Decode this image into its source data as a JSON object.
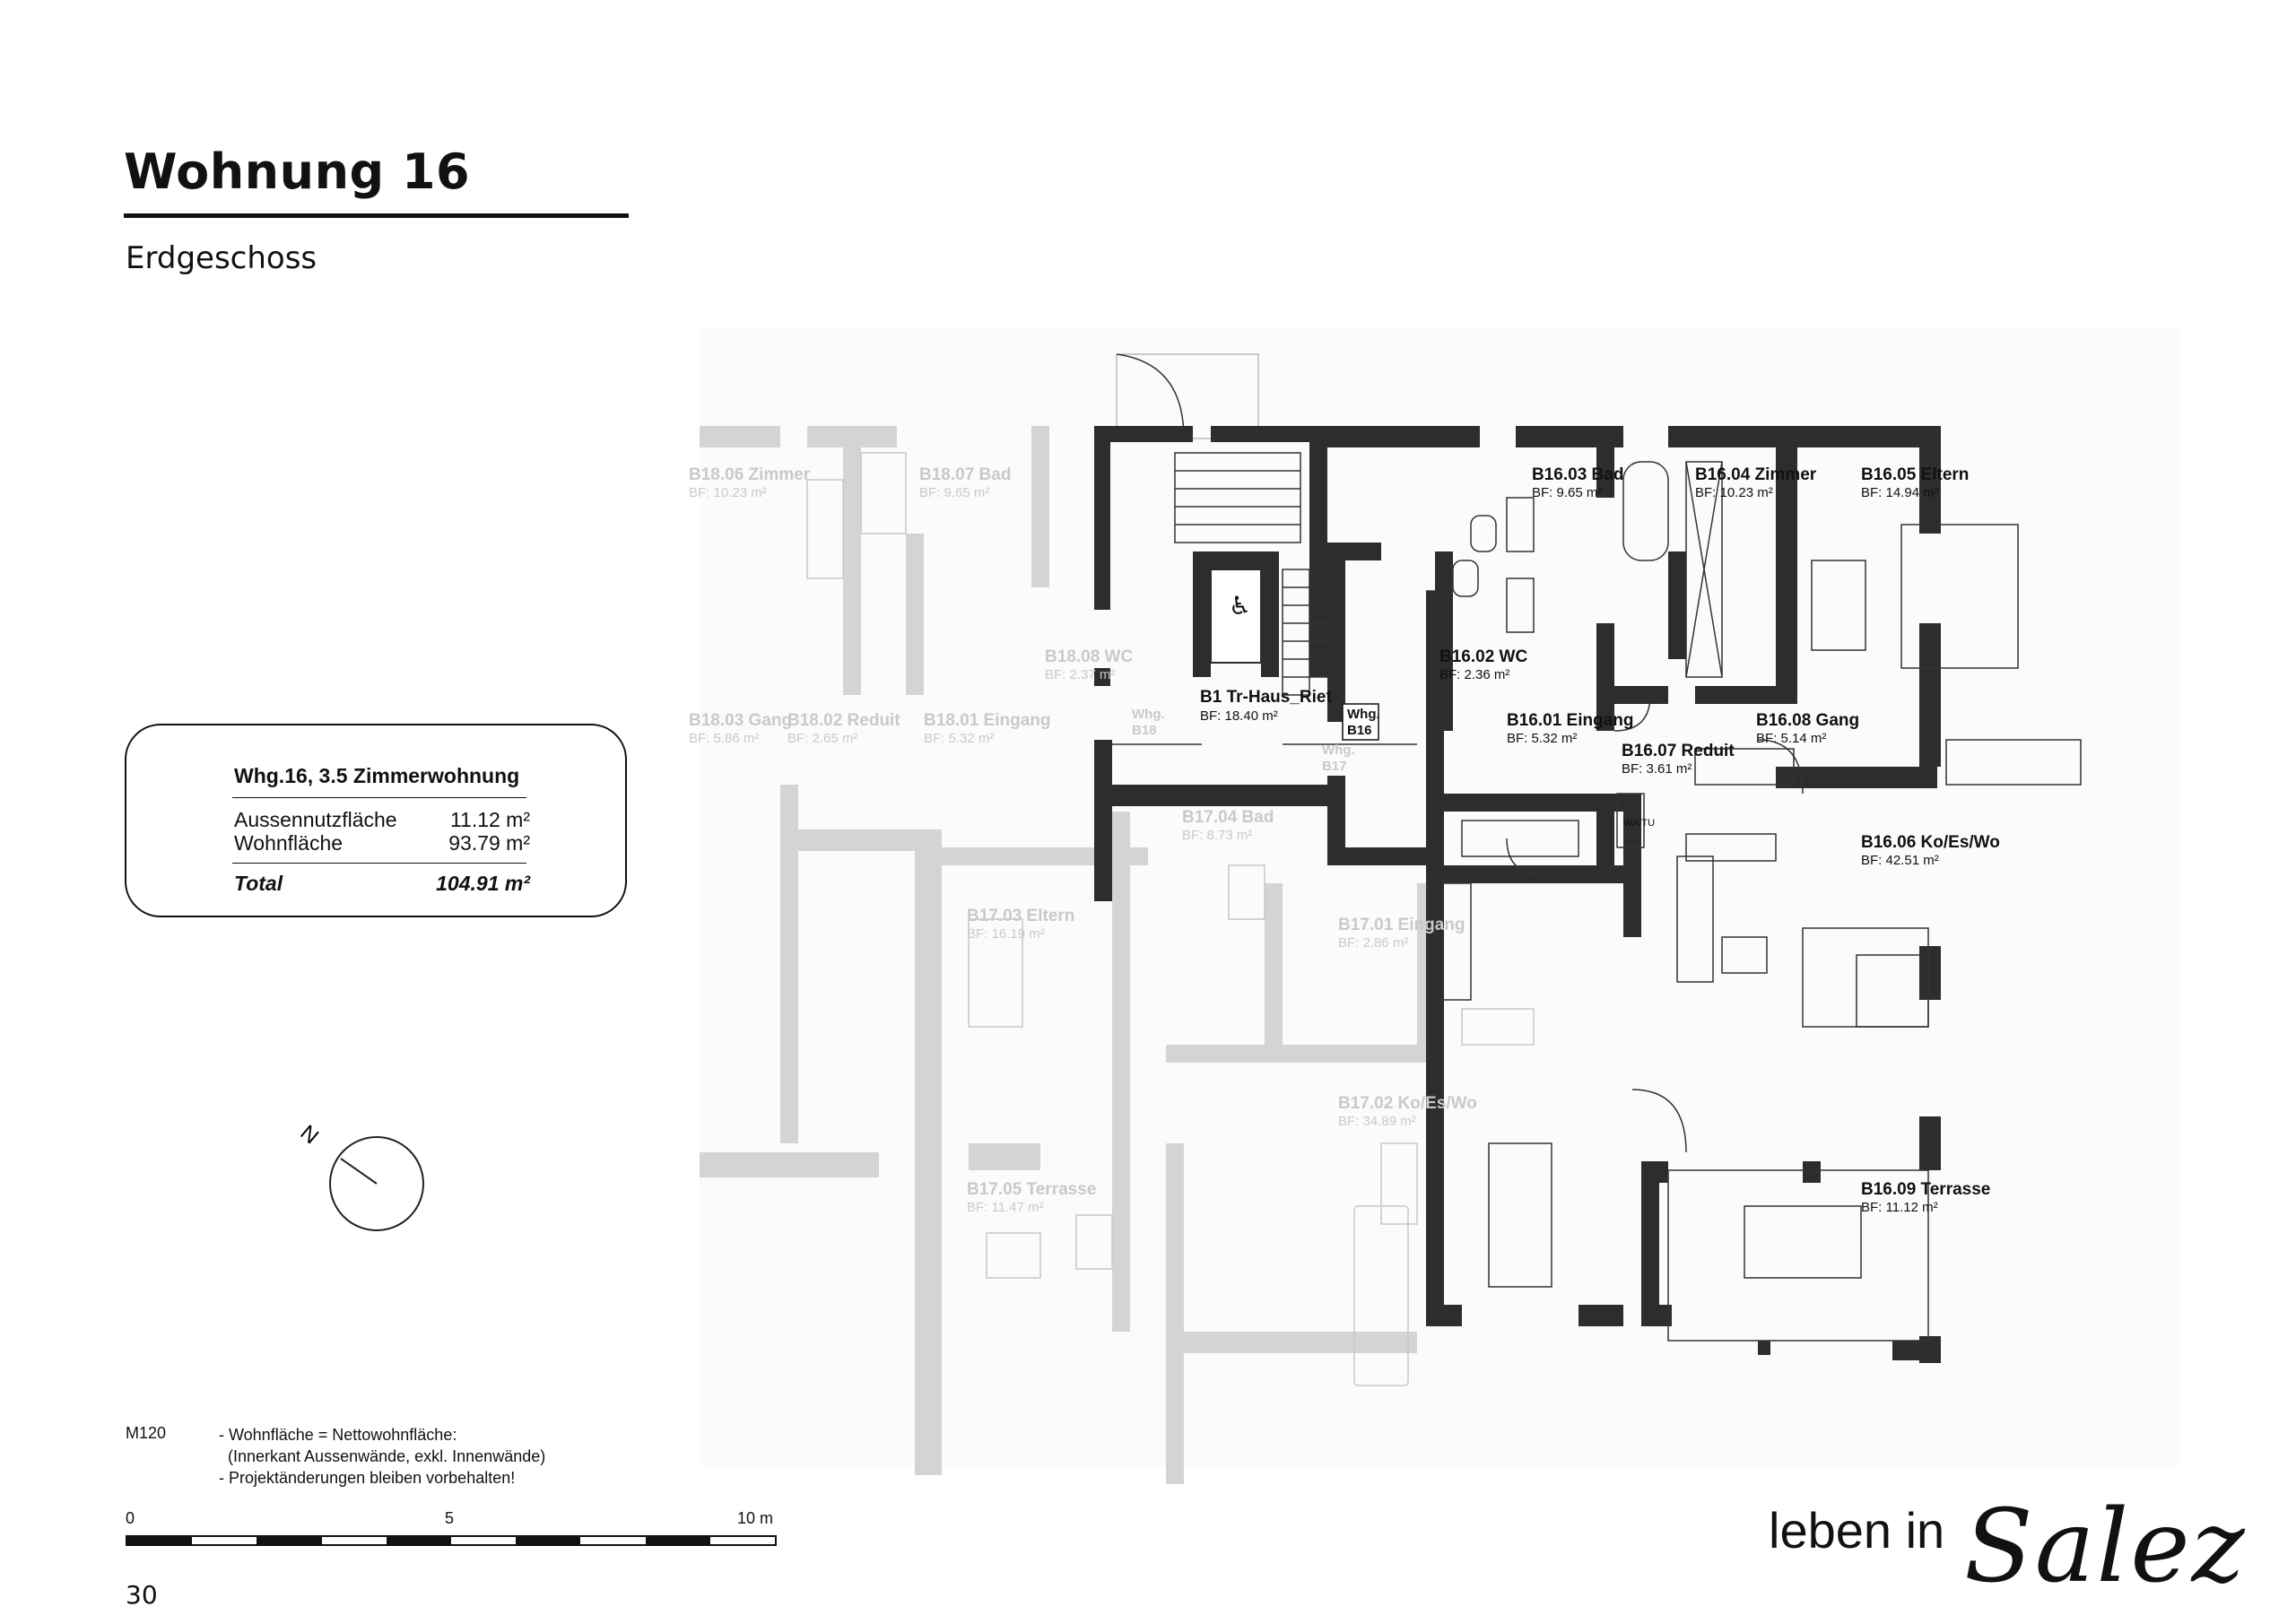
{
  "header": {
    "title": "Wohnung 16",
    "subtitle": "Erdgeschoss"
  },
  "summary": {
    "heading": "Whg.16, 3.5 Zimmerwohnung",
    "rows": [
      {
        "label": "Aussennutzfläche",
        "value": "11.12 m²"
      },
      {
        "label": "Wohnfläche",
        "value": "93.79 m²"
      }
    ],
    "total": {
      "label": "Total",
      "value": "104.91 m²"
    }
  },
  "compass": {
    "label": "N",
    "icon": "north-arrow-icon"
  },
  "plan": {
    "stair": {
      "name": "B1 Tr-Haus_Riet",
      "area": "BF: 18.40 m²",
      "icon": "wheelchair-icon"
    },
    "unit_tags": {
      "b16": "Whg.",
      "b16_num": "B16",
      "b18": "Whg.",
      "b18_num": "B18",
      "b17": "Whg.",
      "b17_num": "B17"
    },
    "rooms": [
      {
        "name": "B16.03 Bad",
        "area": "BF: 9.65 m²"
      },
      {
        "name": "B16.04 Zimmer",
        "area": "BF: 10.23 m²"
      },
      {
        "name": "B16.05 Eltern",
        "area": "BF: 14.94 m²"
      },
      {
        "name": "B16.02 WC",
        "area": "BF: 2.36 m²"
      },
      {
        "name": "B16.01 Eingang",
        "area": "BF: 5.32 m²"
      },
      {
        "name": "B16.08 Gang",
        "area": "BF: 5.14 m²"
      },
      {
        "name": "B16.07 Reduit",
        "area": "BF: 3.61 m²"
      },
      {
        "name": "B16.06 Ko/Es/Wo",
        "area": "BF: 42.51 m²"
      },
      {
        "name": "B16.09 Terrasse",
        "area": "BF: 11.12 m²"
      }
    ],
    "ghost_rooms": [
      {
        "name": "B18.06 Zimmer",
        "area": "BF: 10.23 m²"
      },
      {
        "name": "B18.07 Bad",
        "area": "BF: 9.65 m²"
      },
      {
        "name": "B18.08 WC",
        "area": "BF: 2.37 m²"
      },
      {
        "name": "B18.03 Gang",
        "area": "BF: 5.86 m²"
      },
      {
        "name": "B18.02 Reduit",
        "area": "BF: 2.65 m²"
      },
      {
        "name": "B18.01 Eingang",
        "area": "BF: 5.32 m²"
      },
      {
        "name": "B17.04 Bad",
        "area": "BF: 8.73 m²"
      },
      {
        "name": "B17.03 Eltern",
        "area": "BF: 16.19 m²"
      },
      {
        "name": "B17.01 Eingang",
        "area": "BF: 2.86 m²"
      },
      {
        "name": "B17.02 Ko/Es/Wo",
        "area": "BF: 34.89 m²"
      },
      {
        "name": "B17.05 Terrasse",
        "area": "BF: 11.47 m²"
      }
    ],
    "wm_label": "WA/TU"
  },
  "footer": {
    "scale_id": "M120",
    "notes": "- Wohnfläche = Nettowohnfläche:\n  (Innerkant Aussenwände, exkl. Innenwände)\n- Projektänderungen bleiben vorbehalten!",
    "scale_labels": [
      "0",
      "5",
      "10 m"
    ],
    "page_number": "30"
  },
  "brand": {
    "text": "leben in",
    "script": "Salez"
  }
}
